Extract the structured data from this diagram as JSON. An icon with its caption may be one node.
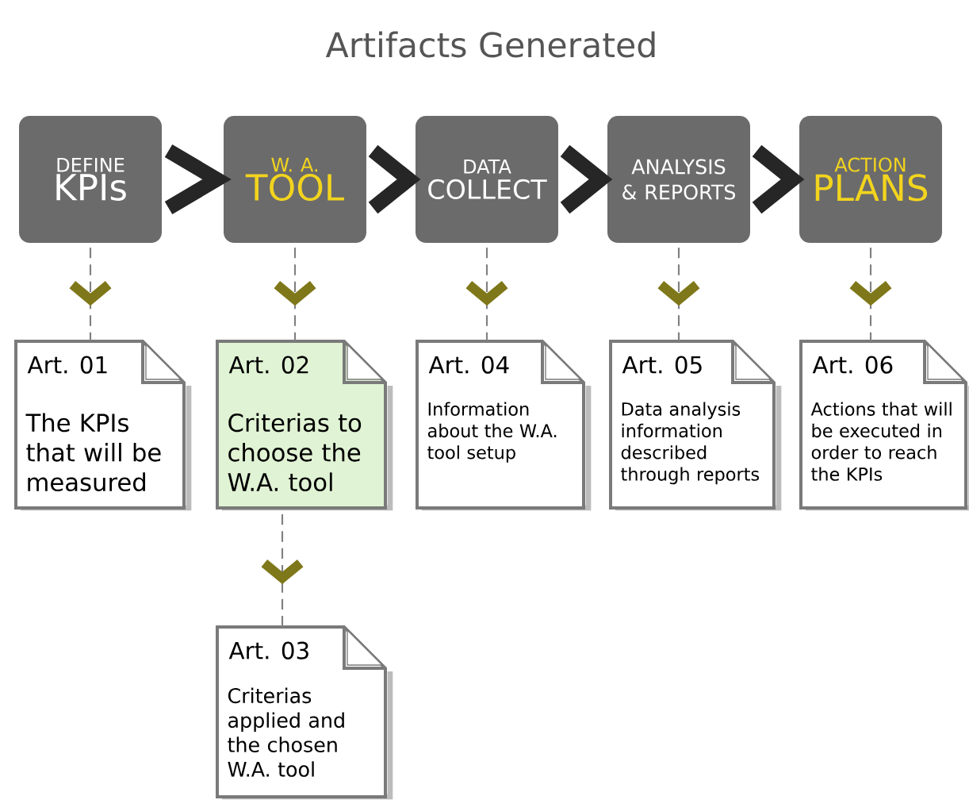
{
  "diagram": {
    "title": "Artifacts Generated",
    "nodes": [
      {
        "text": [
          "DEFINE",
          "KPIs"
        ]
      },
      {
        "text": [
          "W. A.",
          "TOOL"
        ]
      },
      {
        "text": [
          "DATA",
          "COLLECT"
        ]
      },
      {
        "text": [
          "ANALYSIS & REPORTS"
        ]
      },
      {
        "text": [
          "ACTION",
          "PLANS"
        ]
      },
      {
        "text": [
          "Art. 01",
          "The KPIs that will be measured"
        ]
      },
      {
        "text": [
          "Art. 02",
          "Criterias to choose the W.A. tool"
        ]
      },
      {
        "text": [
          "Art. 04",
          "Information about the W.A. tool setup"
        ]
      },
      {
        "text": [
          "Art. 05",
          "Data analysis information described through reports"
        ]
      },
      {
        "text": [
          "Art. 06",
          "Actions that will be executed in order to reach the KPIs"
        ]
      },
      {
        "text": [
          "Art. 03",
          "Criterias applied and the chosen W.A. tool"
        ]
      }
    ],
    "edges": [
      {
        "from": 0,
        "to": 1,
        "arrow": "to",
        "style": "thick"
      },
      {
        "from": 1,
        "to": 2,
        "arrow": "to",
        "style": "thick"
      },
      {
        "from": 2,
        "to": 3,
        "arrow": "to",
        "style": "thick"
      },
      {
        "from": 3,
        "to": 4,
        "arrow": "to",
        "style": "thick"
      },
      {
        "from": 0,
        "to": 5,
        "arrow": "to",
        "style": "dashed"
      },
      {
        "from": 1,
        "to": 6,
        "arrow": "to",
        "style": "dashed"
      },
      {
        "from": 2,
        "to": 7,
        "arrow": "to",
        "style": "dashed"
      },
      {
        "from": 3,
        "to": 8,
        "arrow": "to",
        "style": "dashed"
      },
      {
        "from": 4,
        "to": 9,
        "arrow": "to",
        "style": "dashed"
      },
      {
        "from": 6,
        "to": 10,
        "arrow": "to",
        "style": "dashed"
      }
    ]
  }
}
